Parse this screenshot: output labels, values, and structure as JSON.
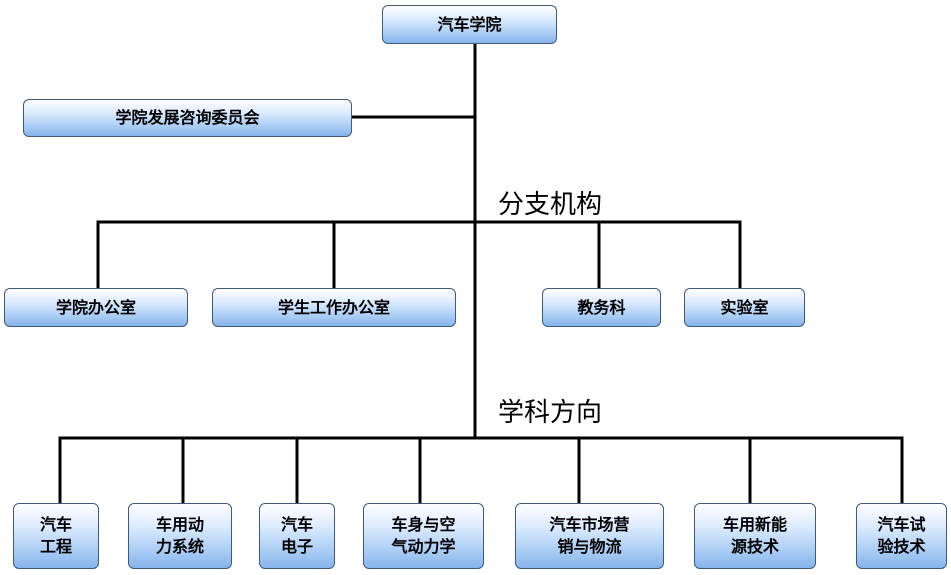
{
  "root": "汽车学院",
  "committee": "学院发展咨询委员会",
  "branch_section": {
    "title": "分支机构",
    "items": [
      "学院办公室",
      "学生工作办公室",
      "教务科",
      "实验室"
    ]
  },
  "discipline_section": {
    "title": "学科方向",
    "items": [
      "汽车\n工程",
      "车用动\n力系统",
      "汽车\n电子",
      "车身与空\n气动力学",
      "汽车市场营\n销与物流",
      "车用新能\n源技术",
      "汽车试\n验技术"
    ]
  }
}
